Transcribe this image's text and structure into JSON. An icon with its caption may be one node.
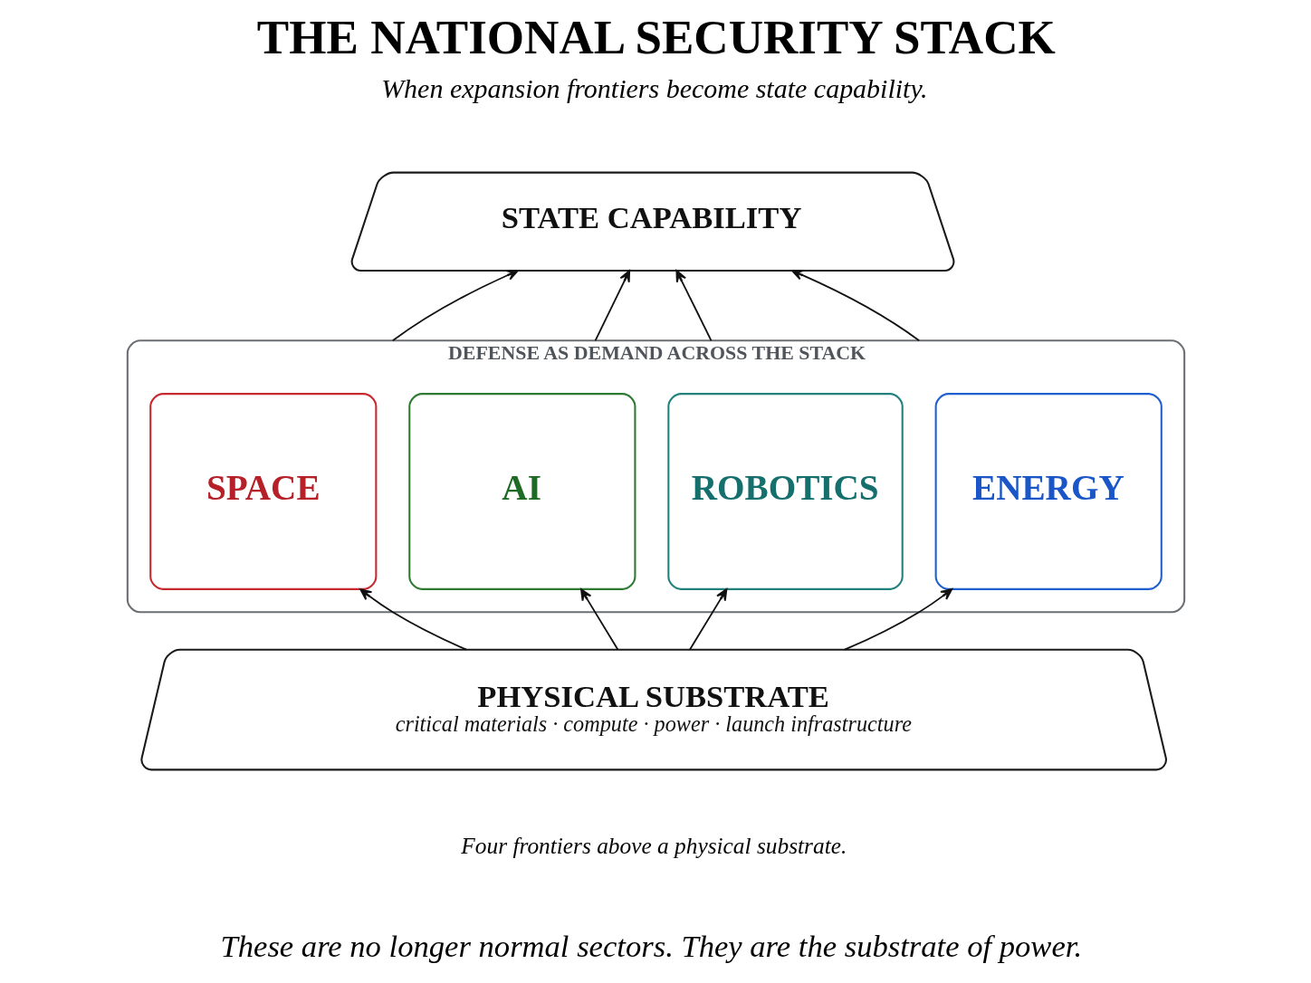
{
  "diagram": {
    "title": "THE NATIONAL SECURITY STACK",
    "caption": "Four frontiers above a physical substrate.",
    "nodes": [
      {
        "text": [
          "STATE CAPABILITY"
        ]
      },
      {
        "text": [
          "DEFENSE AS DEMAND ACROSS THE STACK"
        ]
      },
      {
        "text": [
          "SPACE"
        ],
        "in": 1
      },
      {
        "text": [
          "AI"
        ],
        "in": 1
      },
      {
        "text": [
          "ROBOTICS"
        ],
        "in": 1
      },
      {
        "text": [
          "ENERGY"
        ],
        "in": 1
      },
      {
        "text": [
          "PHYSICAL SUBSTRATE",
          "critical materials · compute · power · launch infrastructure"
        ]
      }
    ],
    "edges": [
      {
        "from": 6,
        "to": 2,
        "arrow": "to"
      },
      {
        "from": 6,
        "to": 3,
        "arrow": "to"
      },
      {
        "from": 6,
        "to": 4,
        "arrow": "to"
      },
      {
        "from": 6,
        "to": 5,
        "arrow": "to"
      },
      {
        "from": 1,
        "to": 0,
        "arrow": "to"
      },
      {
        "from": 1,
        "to": 0,
        "arrow": "to"
      },
      {
        "from": 1,
        "to": 0,
        "arrow": "to"
      },
      {
        "from": 1,
        "to": 0,
        "arrow": "to"
      }
    ],
    "labels": [
      "When expansion frontiers become state capability.",
      "These are no longer normal sectors. They are the substrate of power."
    ]
  }
}
